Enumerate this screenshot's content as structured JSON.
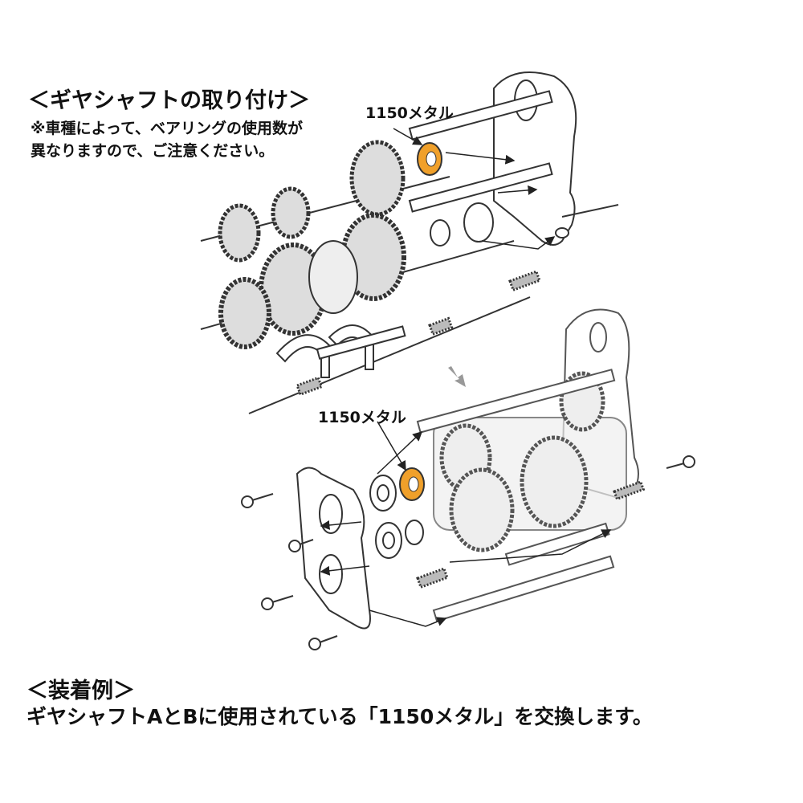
{
  "section_title": "＜ギヤシャフトの取り付け＞",
  "note": "※車種によって、ベアリングの使用数が異なりますので、ご注意ください。",
  "part_label_top": "1150メタル",
  "part_label_bottom": "1150メタル",
  "example_title": "＜装着例＞",
  "example_description": "ギヤシャフトAとBに使用されている「1150メタル」を交換します。",
  "colors": {
    "metal_bushing": "#f0a02a",
    "line": "#222222",
    "arrow": "#999999"
  }
}
